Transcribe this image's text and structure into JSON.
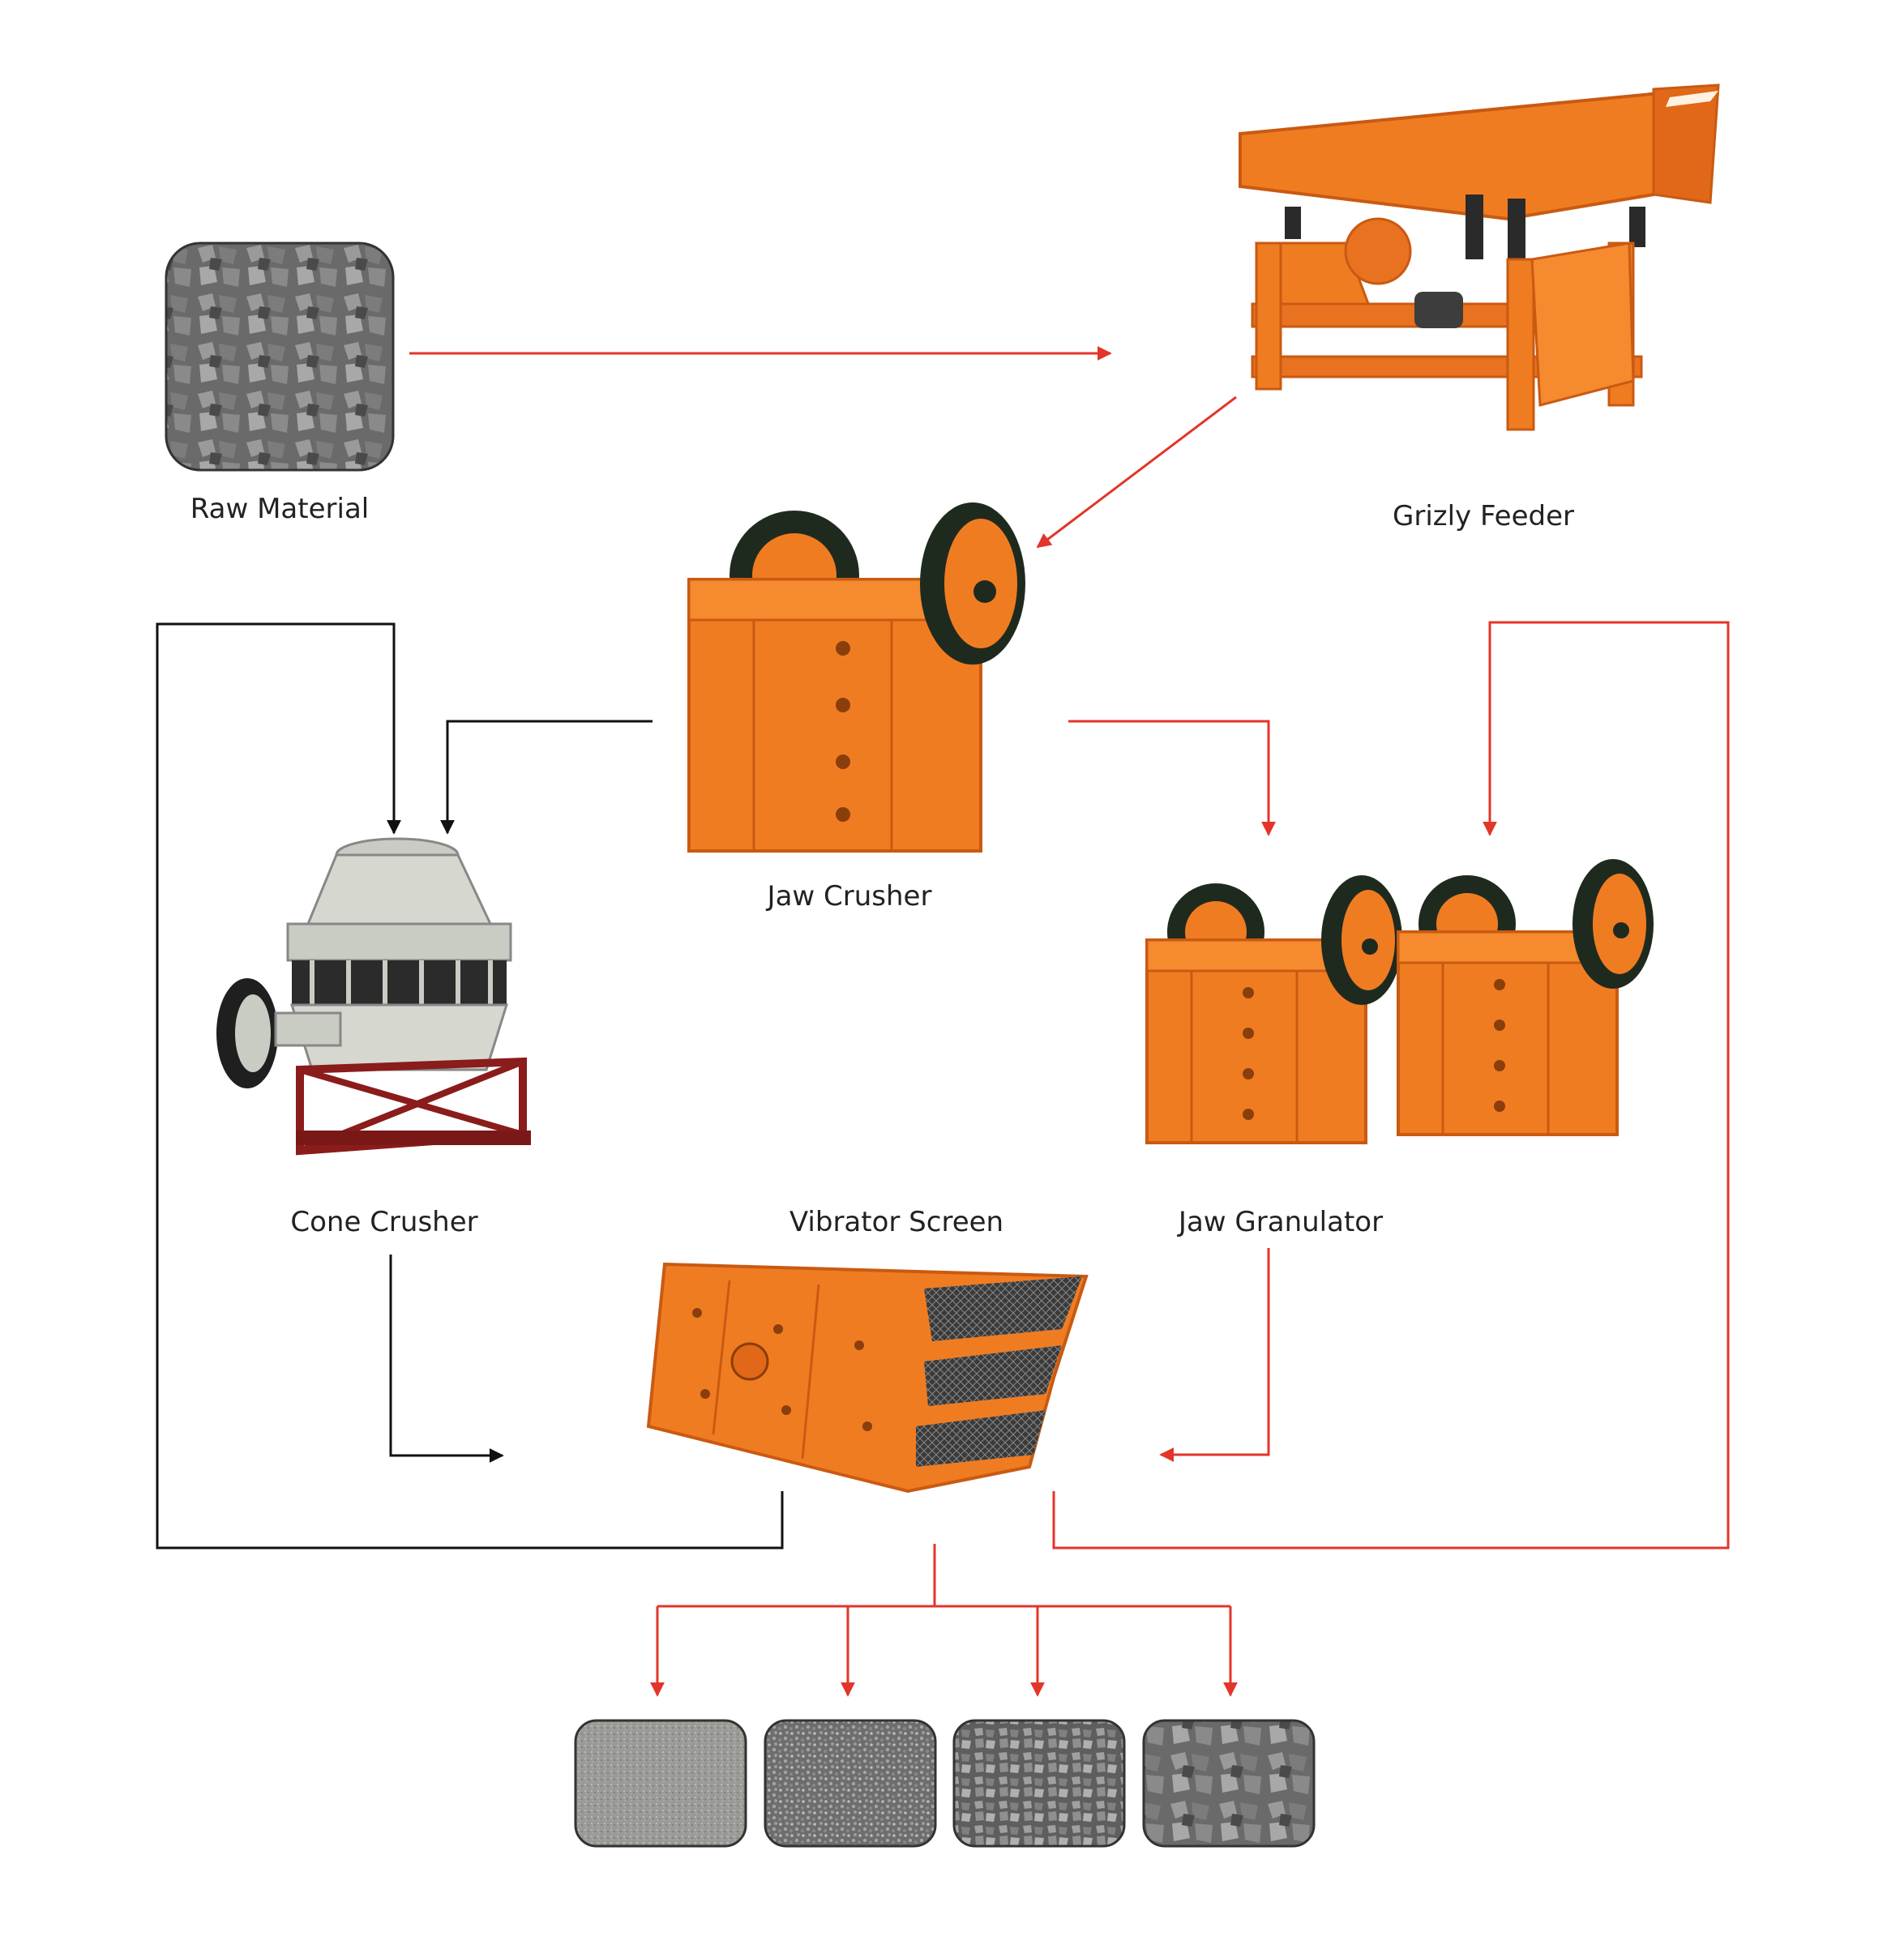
{
  "labels": {
    "raw_material": "Raw Material",
    "grizly_feeder": "Grizly Feeder",
    "jaw_crusher": "Jaw Crusher",
    "cone_crusher": "Cone Crusher",
    "vibrator_screen": "Vibrator Screen",
    "jaw_granulator": "Jaw Granulator"
  },
  "colors": {
    "red_arrow": "#e3352a",
    "black_arrow": "#111111",
    "machine_orange": "#f07c22",
    "machine_orange_dark": "#c95a12",
    "wheel_dark": "#1f2a1f",
    "cone_gray": "#c9ccc3",
    "frame_red": "#8a1c1c",
    "stone_dark": "#5a5a5a",
    "stone_mid": "#8d8d8d",
    "stone_light": "#b8b8b8"
  },
  "icons": [
    "raw-stone-image",
    "grizly-feeder-machine",
    "jaw-crusher-machine",
    "cone-crusher-machine",
    "jaw-granulator-machine",
    "vibrator-screen-machine",
    "product-fine-sand",
    "product-fine-gravel",
    "product-medium-gravel",
    "product-coarse-gravel"
  ]
}
